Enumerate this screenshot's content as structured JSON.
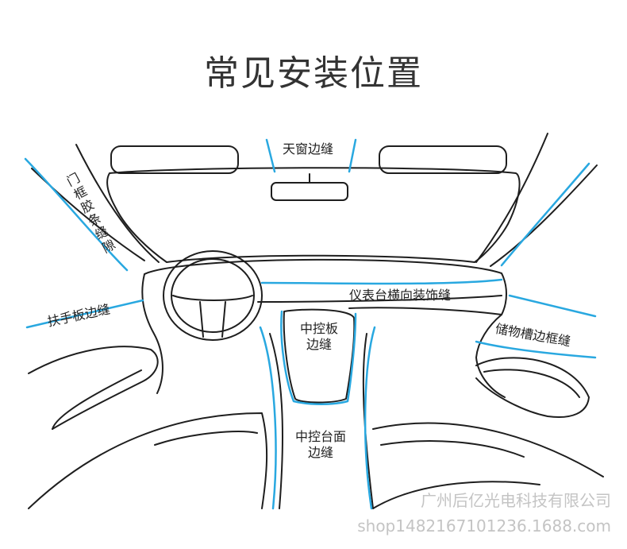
{
  "title": "常见安装位置",
  "labels": {
    "sunroof": "天窗边缝",
    "door_frame": "门框胶条缝隙",
    "armrest": "扶手板边缝",
    "dashboard": "仪表台横向装饰缝",
    "center_panel_line1": "中控板",
    "center_panel_line2": "边缝",
    "center_console_line1": "中控台面",
    "center_console_line2": "边缝",
    "storage": "储物槽边框缝"
  },
  "watermark": {
    "company": "广州后亿光电科技有限公司",
    "shop": "shop1482167101236.1688.com"
  },
  "colors": {
    "highlight": "#29a8e0",
    "outline": "#1e1e1e"
  }
}
